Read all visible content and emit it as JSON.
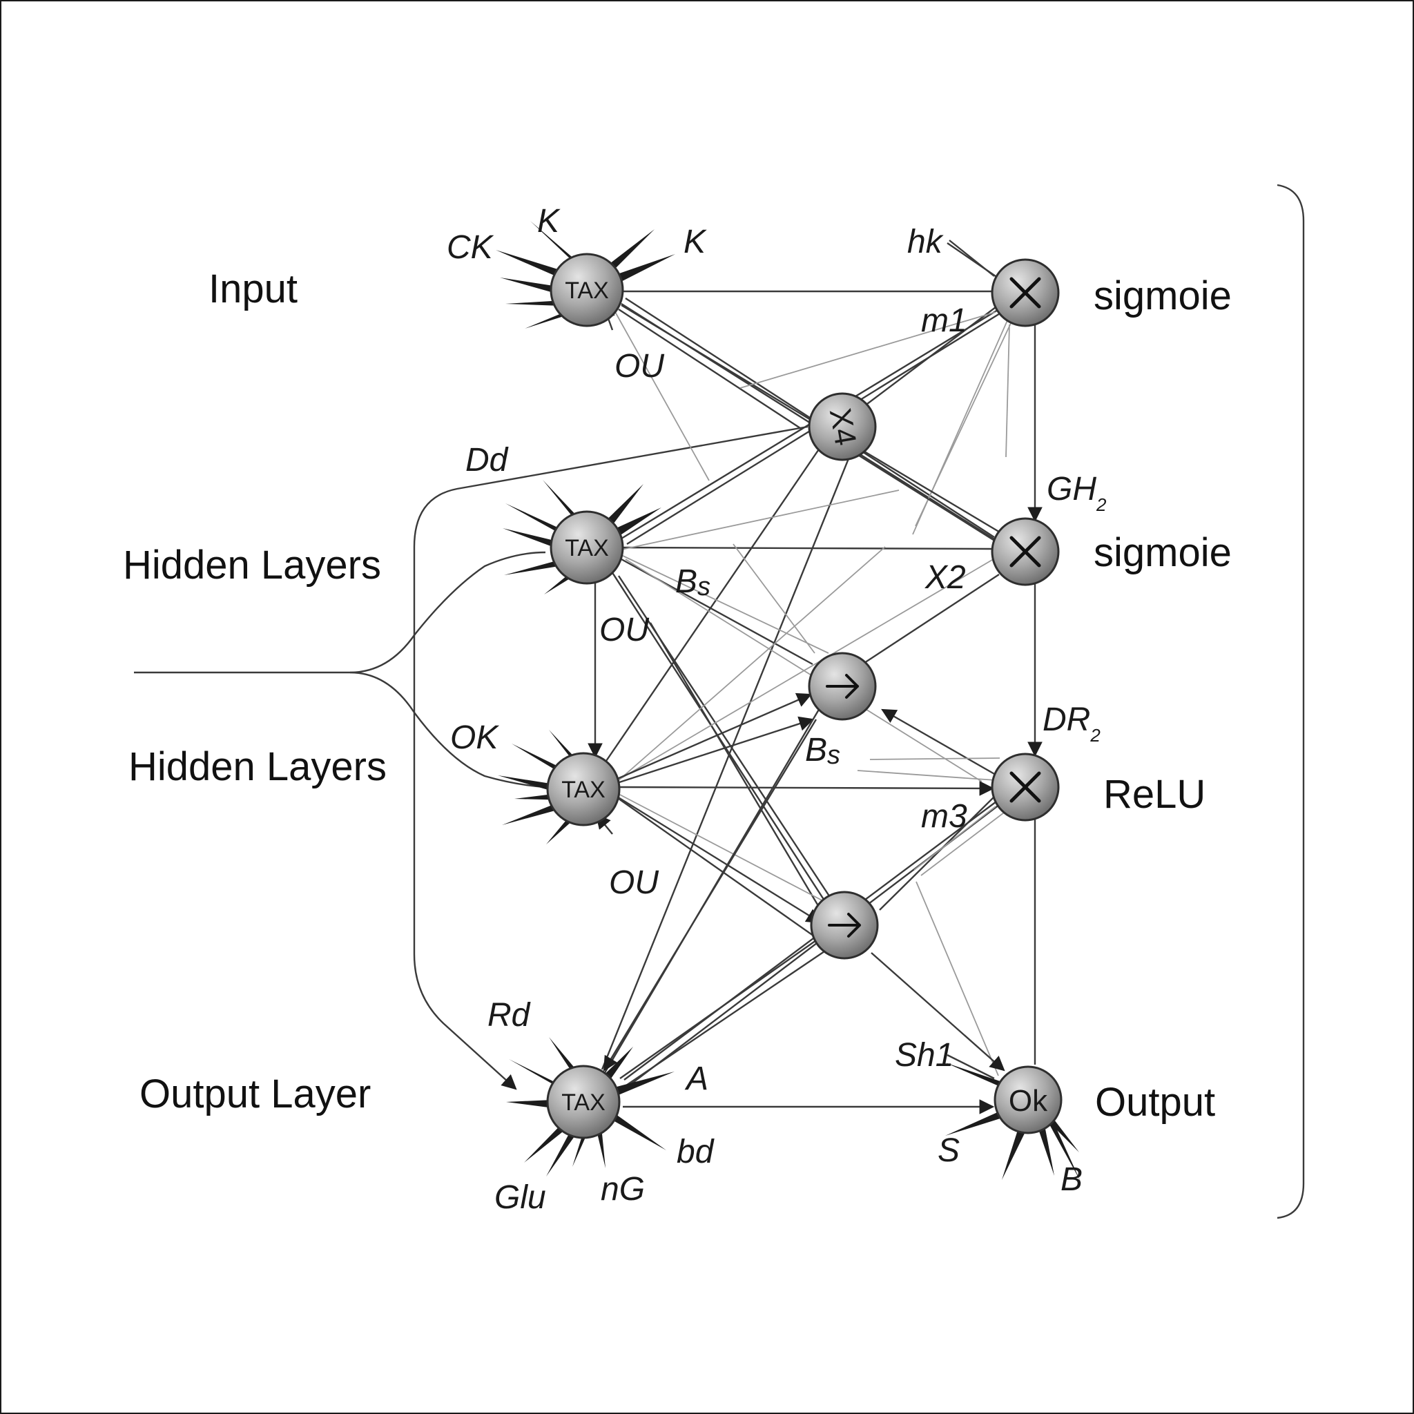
{
  "layers": {
    "input": "Input",
    "hidden1": "Hidden Layers",
    "hidden2": "Hidden Layers",
    "output": "Output Layer"
  },
  "activations": {
    "a1": "sigmoie",
    "a2": "sigmoie",
    "a3": "ReLU",
    "a4": "Output"
  },
  "nodes": {
    "tax1": "TAX",
    "tax2": "TAX",
    "tax3": "TAX",
    "tax4": "TAX",
    "mid_top": "X4",
    "out_node": "Ok"
  },
  "edge_labels": {
    "ck": "CK",
    "k1": "K",
    "k2": "K",
    "ou1": "OU",
    "hk": "hk",
    "m1": "m1",
    "dd": "Dd",
    "gh_main": "GH",
    "gh_sub": "2",
    "bs1_main": "B",
    "bs1_sub": "s",
    "ou2": "OU",
    "x2": "X2",
    "dr_main": "DR",
    "dr_sub": "2",
    "ok": "OK",
    "bs2_main": "B",
    "bs2_sub": "s",
    "m3": "m3",
    "ou3": "OU",
    "rd": "Rd",
    "a": "A",
    "bd": "bd",
    "glu": "Glu",
    "ng": "nG",
    "sh1": "Sh1",
    "s": "S",
    "b": "B"
  }
}
